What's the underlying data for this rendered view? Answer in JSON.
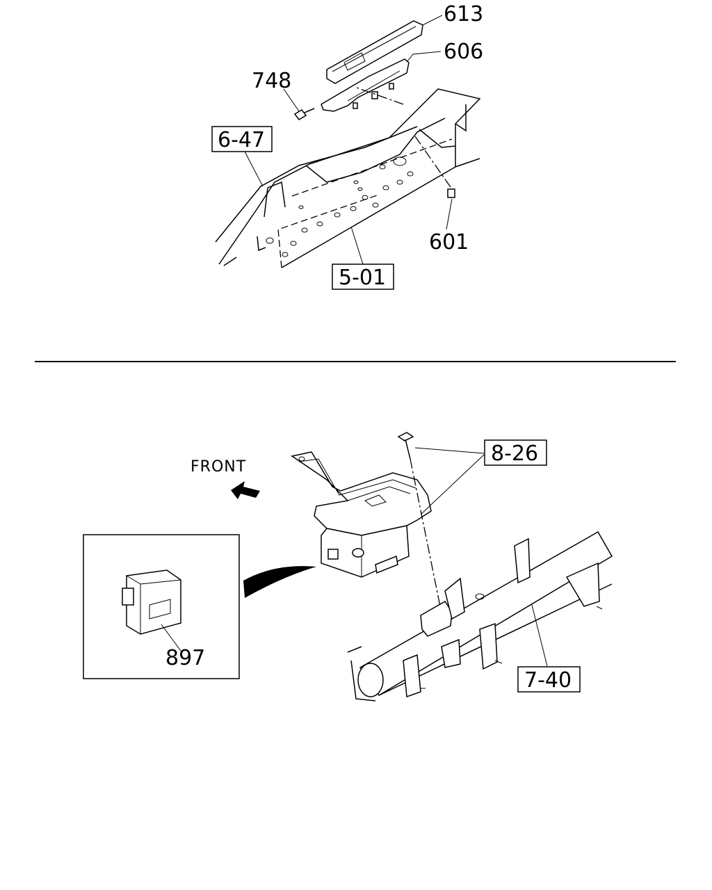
{
  "top_figure": {
    "callouts": {
      "c613": "613",
      "c606": "606",
      "c748": "748",
      "c601": "601"
    },
    "references": {
      "r647": "6-47",
      "r501": "5-01"
    }
  },
  "bottom_figure": {
    "direction_label": "FRONT",
    "callouts": {
      "c897": "897"
    },
    "references": {
      "r826": "8-26",
      "r740": "7-40"
    }
  }
}
